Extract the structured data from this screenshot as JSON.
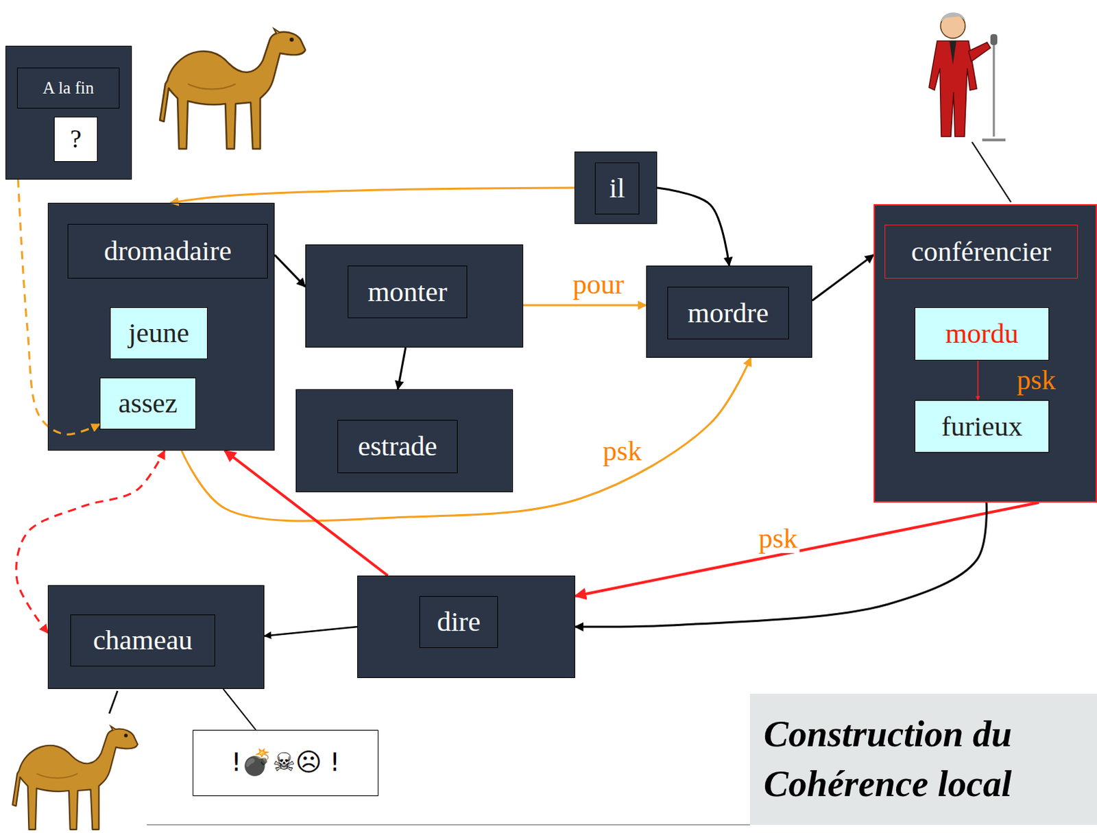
{
  "diagram": {
    "nodes": [
      {
        "text": [
          "A la fin"
        ]
      },
      {
        "text": [
          "?"
        ],
        "in": 0
      },
      {
        "text": [
          "dromadaire"
        ]
      },
      {
        "text": [
          "jeune"
        ],
        "in": 2
      },
      {
        "text": [
          "assez"
        ],
        "in": 2
      },
      {
        "text": [
          "monter"
        ]
      },
      {
        "text": [
          "estrade"
        ]
      },
      {
        "text": [
          "il"
        ]
      },
      {
        "text": [
          "mordre"
        ]
      },
      {
        "text": [
          "conférencier"
        ]
      },
      {
        "text": [
          "mordu"
        ],
        "in": 9
      },
      {
        "text": [
          "furieux"
        ],
        "in": 9
      },
      {
        "text": [
          "dire"
        ]
      },
      {
        "text": [
          "chameau"
        ]
      },
      {
        "text": [
          "!💣☠☹ !"
        ]
      },
      {
        "text": [
          "Construction du",
          "Cohérence local"
        ]
      }
    ],
    "edges": [
      {
        "from": 7,
        "to": 2,
        "arrow": "to"
      },
      {
        "from": 7,
        "to": 8,
        "arrow": "to"
      },
      {
        "from": 2,
        "to": 5,
        "arrow": "to"
      },
      {
        "from": 5,
        "to": 6,
        "arrow": "to"
      },
      {
        "from": 5,
        "to": 8,
        "arrow": "to",
        "label": "pour"
      },
      {
        "from": 8,
        "to": 9,
        "arrow": "to"
      },
      {
        "from": 2,
        "to": 8,
        "arrow": "to",
        "label": "psk"
      },
      {
        "from": 10,
        "to": 11,
        "arrow": "to",
        "label": "psk"
      },
      {
        "from": 9,
        "to": 12,
        "arrow": "to",
        "label": "psk"
      },
      {
        "from": 9,
        "to": 12,
        "arrow": "to"
      },
      {
        "from": 12,
        "to": 2,
        "arrow": "to"
      },
      {
        "from": 12,
        "to": 13,
        "arrow": "to"
      },
      {
        "from": 0,
        "to": 4,
        "arrow": "to"
      },
      {
        "from": 13,
        "to": 2,
        "arrow": "both"
      },
      {
        "from": 13,
        "to": 14,
        "arrow": "none"
      }
    ]
  }
}
